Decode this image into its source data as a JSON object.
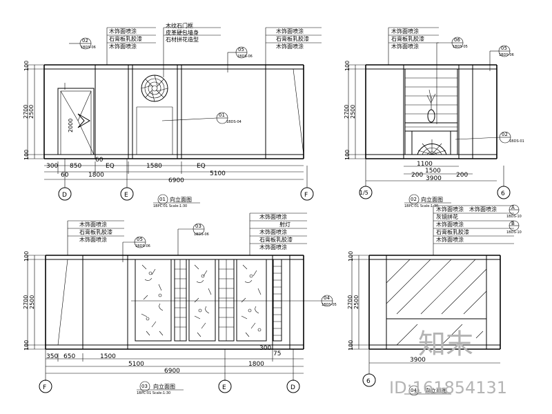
{
  "watermark": {
    "brand": "知末",
    "id_text": "ID:161854131"
  },
  "elevation_1": {
    "title": "向立面图",
    "ref_number": "01",
    "sheet_note": "1BPC-01 Scale:1:30",
    "callouts": [
      "木饰面喷涂",
      "石膏板乳胶漆",
      "木饰面喷涂",
      "木纹石门框",
      "皮革硬包墙身",
      "石材拼花造型",
      "木饰面喷涂",
      "石膏板乳胶漆",
      "木饰面喷涂"
    ],
    "tags": [
      "02",
      "05",
      "01"
    ],
    "tag_sheets": [
      "1BDS-06",
      "1BDS-06",
      "1BDS-04"
    ],
    "heights": [
      "100",
      "2700",
      "2500",
      "100",
      "2000"
    ],
    "dims_row1": [
      "300",
      "850",
      "EQ",
      "1580",
      "EQ"
    ],
    "dims_row2": [
      "60",
      "1800",
      "60",
      "5100"
    ],
    "dims_total": "6900",
    "axes": [
      "D",
      "E",
      "F"
    ]
  },
  "elevation_2": {
    "title": "向立面图",
    "ref_number": "02",
    "sheet_note": "1BPC-01 Scale:1:30",
    "callouts": [
      "木饰面喷涂",
      "石膏板乳胶漆",
      "木饰面喷涂"
    ],
    "tags": [
      "06",
      "05",
      "02"
    ],
    "tag_sheets": [
      "1BDS-05",
      "1BDS-06",
      "1BDS-01"
    ],
    "heights": [
      "100",
      "2700",
      "2500",
      "100"
    ],
    "dims": [
      "1100",
      "200",
      "1500",
      "200"
    ],
    "dims_total": "3900",
    "axes": [
      "1/5",
      "6"
    ]
  },
  "elevation_3": {
    "title": "向立面图",
    "ref_number": "03",
    "sheet_note": "1BPC-01 Scale:1:30",
    "callouts": [
      "木饰面喷涂",
      "石膏板乳胶漆",
      "木饰面喷涂",
      "木饰面喷涂",
      "射灯",
      "木饰面喷涂",
      "石膏板乳胶漆",
      "木饰面喷涂"
    ],
    "tags": [
      "05",
      "03",
      "04"
    ],
    "tag_sheets": [
      "1BDS-06",
      "1BDS-06",
      "1BDS-05"
    ],
    "heights": [
      "100",
      "2700",
      "2500",
      "100"
    ],
    "dims_row1": [
      "350",
      "650",
      "1500",
      "300",
      "75"
    ],
    "dims_row2": [
      "5100",
      "1800"
    ],
    "dims_total": "6900",
    "axes": [
      "F",
      "E",
      "D"
    ]
  },
  "elevation_4": {
    "title": "向立面图",
    "ref_number": "04",
    "callouts": [
      "木饰面喷涂",
      "木饰面喷涂",
      "灰镜拼花",
      "木饰面喷涂",
      "石膏板乳胶漆",
      "木饰面喷涂"
    ],
    "tags": [
      "A",
      "B"
    ],
    "tag_sheets": [
      "1BDS-10",
      "1BDS-10"
    ],
    "heights": [
      "100",
      "2700",
      "2500",
      "100"
    ],
    "dims_total": "3900",
    "axes": [
      "6"
    ]
  }
}
